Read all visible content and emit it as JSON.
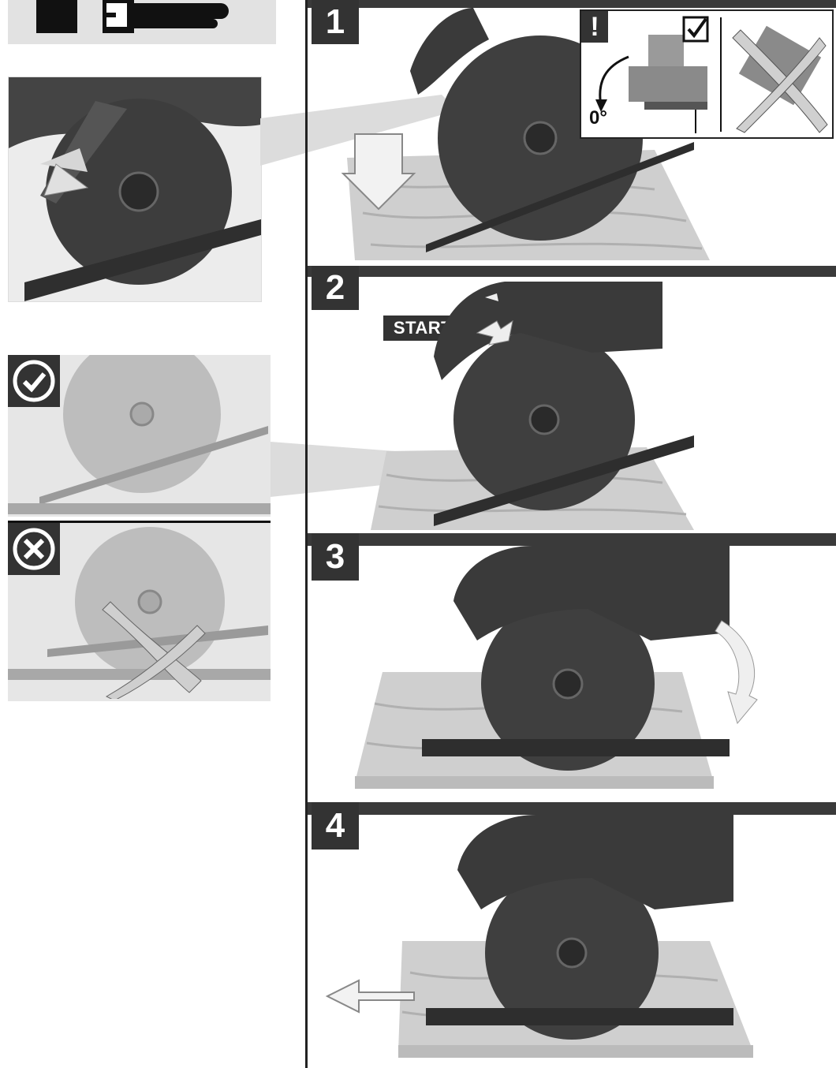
{
  "steps": [
    {
      "number": "1"
    },
    {
      "number": "2",
      "start_label": "START"
    },
    {
      "number": "3"
    },
    {
      "number": "4"
    }
  ],
  "callout": {
    "warning_symbol": "!",
    "angle_label": "0°",
    "check_icon": "checkbox-checked-icon",
    "cross_icon": "cross-out-icon"
  },
  "side_panels": {
    "top_icon": "tool-type-icon",
    "correct_icon": "check-circle-icon",
    "wrong_icon": "x-circle-icon"
  },
  "colors": {
    "dark": "#333333",
    "saw": "#3f3f3f",
    "wood": "#c9c9c9",
    "panel_bg": "#e6e6e6"
  }
}
